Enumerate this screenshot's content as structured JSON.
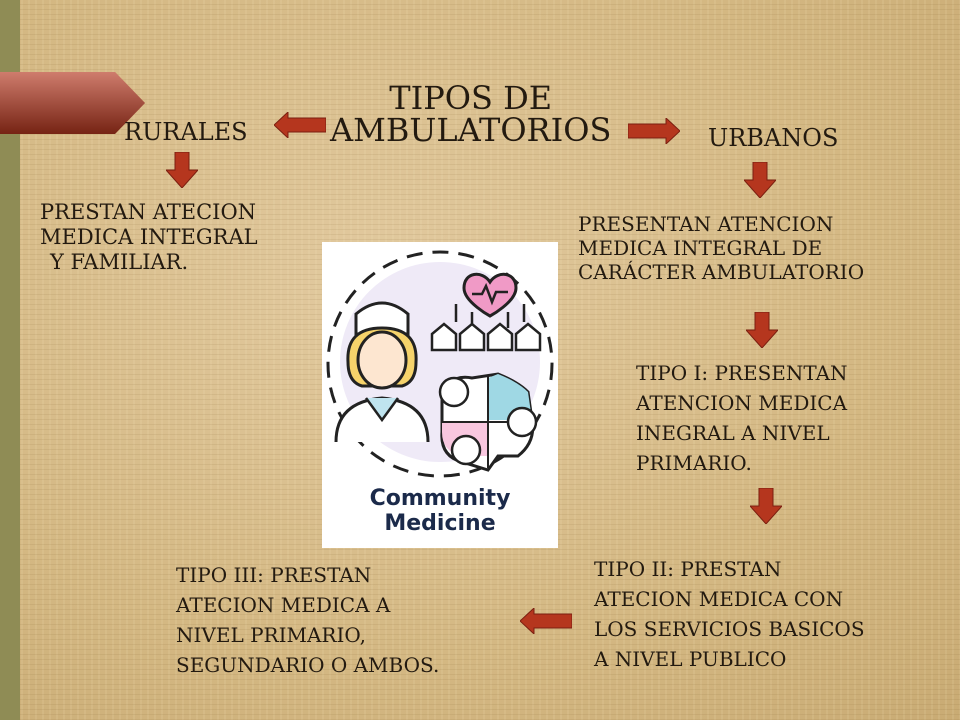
{
  "title_line1": "TIPOS DE",
  "title_line2": "AMBULATORIOS",
  "rurales": {
    "heading": "RURALES",
    "line1": "PRESTAN ATECION",
    "line2": "MEDICA INTEGRAL",
    "line3": "Y FAMILIAR."
  },
  "urbanos": {
    "heading": "URBANOS",
    "line1": "PRESENTAN ATENCION",
    "line2": "MEDICA INTEGRAL DE",
    "line3": "CARÁCTER AMBULATORIO"
  },
  "tipo1": {
    "line1": "TIPO  I: PRESENTAN",
    "line2": "ATENCION MEDICA",
    "line3": "INEGRAL A NIVEL",
    "line4": "PRIMARIO."
  },
  "tipo2": {
    "line1": "TIPO  II: PRESTAN",
    "line2": "ATECION MEDICA CON",
    "line3": "LOS SERVICIOS BASICOS",
    "line4": "A NIVEL PUBLICO"
  },
  "tipo3": {
    "line1": "TIPO  III: PRESTAN",
    "line2": "ATECION MEDICA A",
    "line3": "NIVEL PRIMARIO,",
    "line4": "SEGUNDARIO O AMBOS."
  },
  "image_caption_line1": "Community",
  "image_caption_line2": "Medicine",
  "colors": {
    "arrow": "#b5361e",
    "text": "#231a10",
    "sidebar": "#8f8c55"
  }
}
